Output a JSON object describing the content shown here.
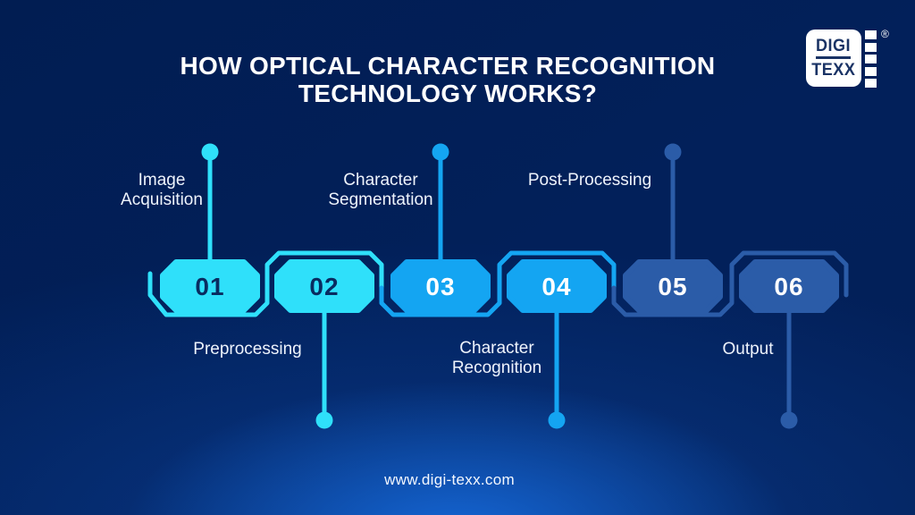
{
  "title": {
    "line1": "HOW OPTICAL CHARACTER RECOGNITION",
    "line2": "TECHNOLOGY WORKS?"
  },
  "logo": {
    "top": "DIGI",
    "bottom": "TEXX",
    "registered": "®"
  },
  "steps": [
    {
      "number": "01",
      "label": "Image\nAcquisition",
      "label_position": "top",
      "color": "#2fe0fa",
      "number_color": "#092c60"
    },
    {
      "number": "02",
      "label": "Preprocessing",
      "label_position": "bottom",
      "color": "#2fe0fa",
      "number_color": "#092c60"
    },
    {
      "number": "03",
      "label": "Character\nSegmentation",
      "label_position": "top",
      "color": "#14a5f2",
      "number_color": "#ffffff"
    },
    {
      "number": "04",
      "label": "Character\nRecognition",
      "label_position": "bottom",
      "color": "#14a5f2",
      "number_color": "#ffffff"
    },
    {
      "number": "05",
      "label": "Post-Processing",
      "label_position": "top",
      "color": "#2b5ca8",
      "number_color": "#ffffff"
    },
    {
      "number": "06",
      "label": "Output",
      "label_position": "bottom",
      "color": "#2b5ca8",
      "number_color": "#ffffff"
    }
  ],
  "colors": {
    "background": "#02205a",
    "glow": "#1568d8",
    "cyan": "#2fe0fa",
    "azure": "#14a5f2",
    "navy": "#2b5ca8"
  },
  "footer": {
    "website": "www.digi-texx.com"
  }
}
